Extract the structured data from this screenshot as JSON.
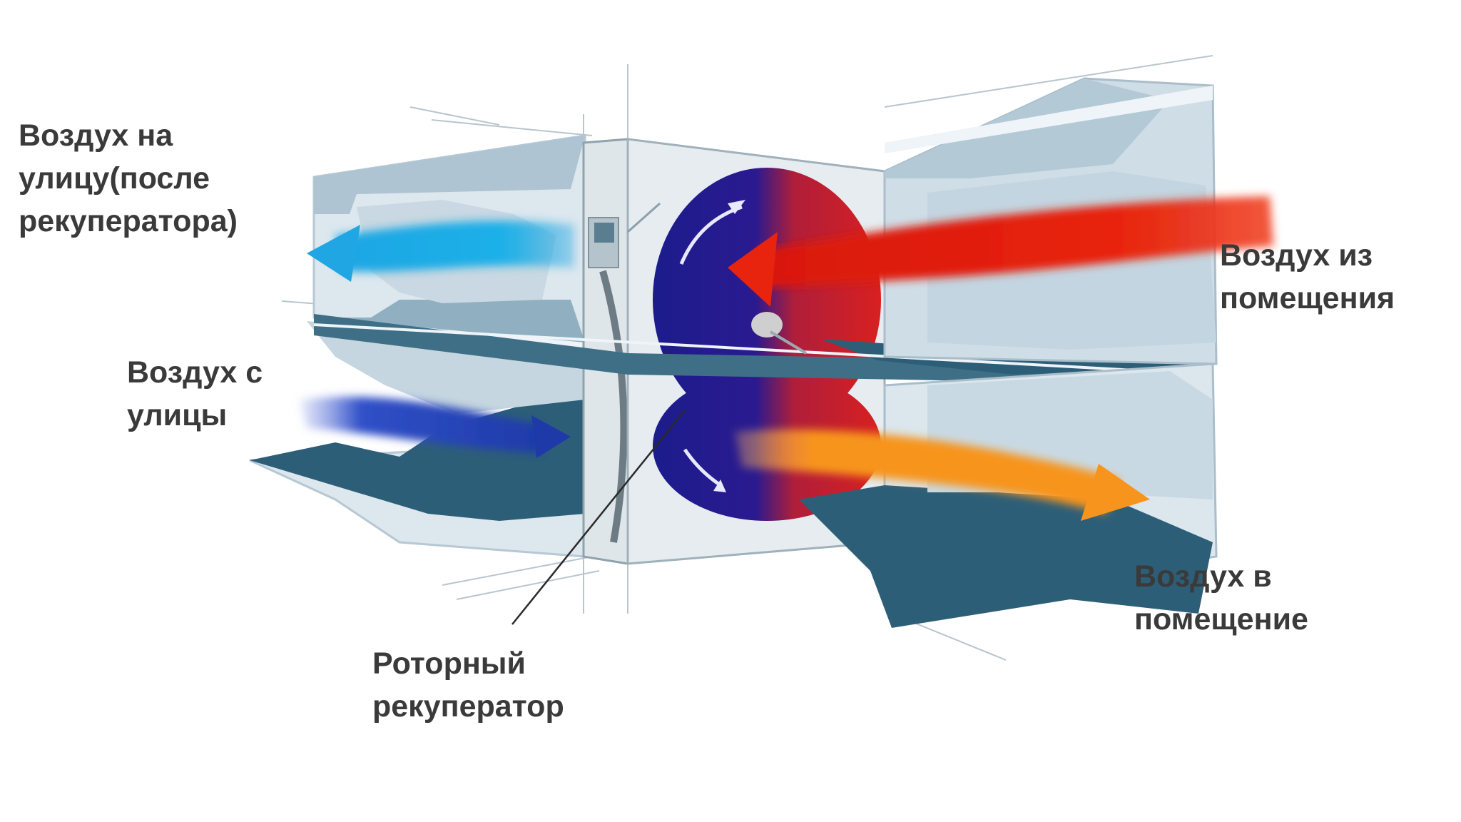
{
  "labels": {
    "exhaust_out": [
      "Воздух на",
      "улицу(после",
      "рекуператора)"
    ],
    "fresh_in": [
      "Воздух с",
      "улицы"
    ],
    "room_out": [
      "Воздух из",
      "помещения"
    ],
    "supply_in": [
      "Воздух в",
      "помещение"
    ],
    "rotor": [
      "Роторный",
      "рекуператор"
    ]
  },
  "colors": {
    "duct_light": "#d6e3ec",
    "duct_mid": "#a9c1d0",
    "duct_dark": "#3c6a82",
    "wheel_blue": "#1c1c8c",
    "wheel_red": "#d42020",
    "arrow_hot": "#e8230e",
    "arrow_warm": "#f7941d",
    "arrow_cold": "#2a3fb8",
    "arrow_cool": "#1fa6e3",
    "text": "#3a3a3a"
  }
}
